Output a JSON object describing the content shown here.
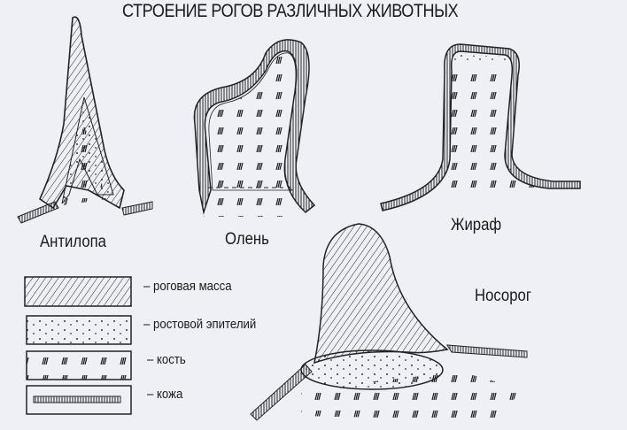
{
  "title": "СТРОЕНИЕ РОГОВ РАЗЛИЧНЫХ ЖИВОТНЫХ",
  "animals": [
    {
      "id": "antelope",
      "label": "Антилопа"
    },
    {
      "id": "deer",
      "label": "Олень"
    },
    {
      "id": "giraffe",
      "label": "Жираф"
    },
    {
      "id": "rhinoceros",
      "label": "Носорог"
    }
  ],
  "legend": [
    {
      "id": "horn-mass",
      "pattern": "diagonal-hatch",
      "label": "– роговая масса"
    },
    {
      "id": "growth-epithelium",
      "pattern": "dots",
      "label": "– ростовой эпителий"
    },
    {
      "id": "bone",
      "pattern": "hatch-marks",
      "label": "– кость"
    },
    {
      "id": "skin",
      "pattern": "hair-strip",
      "label": "– кожа"
    }
  ],
  "colors": {
    "background": "#eef0f5",
    "ink": "#1a1a1a"
  }
}
